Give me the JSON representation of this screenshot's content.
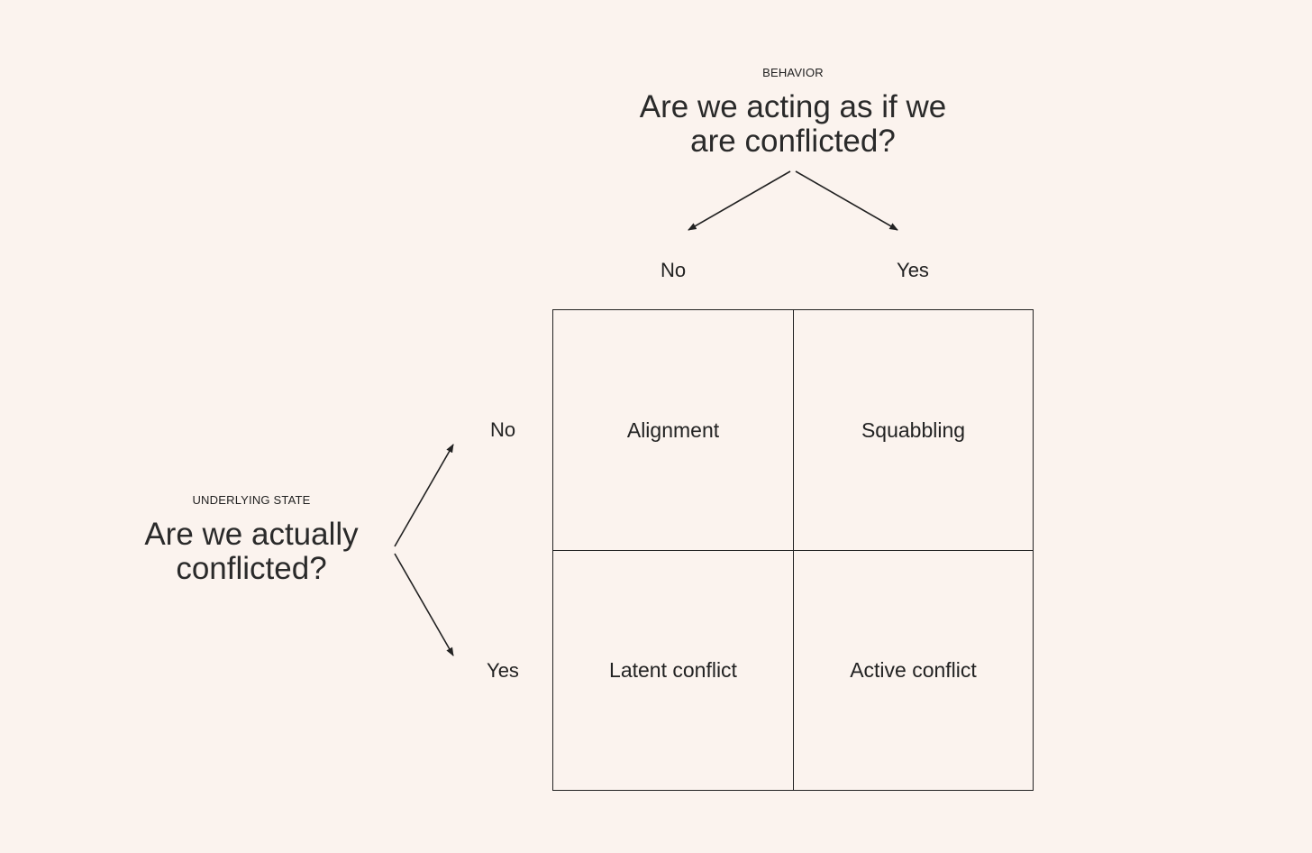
{
  "behavior": {
    "overline": "BEHAVIOR",
    "question_line1": "Are we acting as if we",
    "question_line2": "are conflicted?",
    "options": [
      "No",
      "Yes"
    ]
  },
  "state": {
    "overline": "UNDERLYING STATE",
    "question_line1": "Are we actually",
    "question_line2": "conflicted?",
    "options": [
      "No",
      "Yes"
    ]
  },
  "matrix": {
    "cells": [
      "Alignment",
      "Squabbling",
      "Latent conflict",
      "Active conflict"
    ]
  },
  "colors": {
    "background": "#fbf3ee",
    "line": "#222222"
  }
}
